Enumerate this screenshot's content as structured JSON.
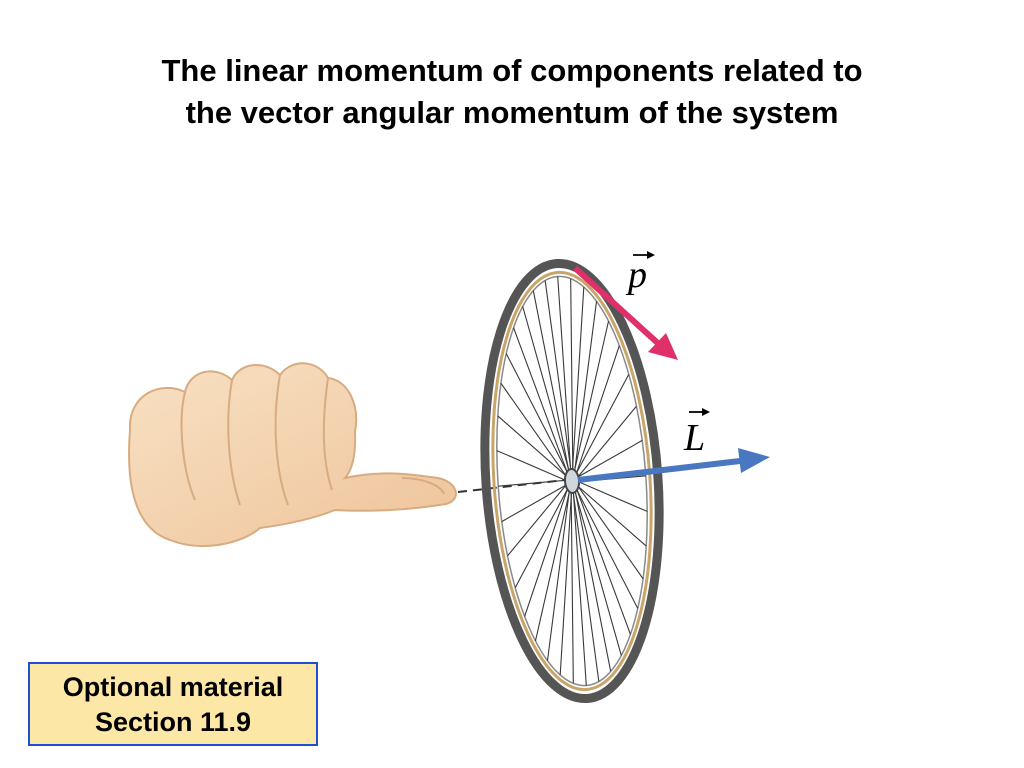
{
  "slide": {
    "title_lines": [
      "The linear momentum of components related to",
      "the vector angular momentum of the system"
    ]
  },
  "diagram": {
    "labels": {
      "p": "p",
      "L": "L"
    },
    "colors": {
      "p_arrow": "#e0306a",
      "L_arrow": "#4a78c0",
      "tire": "#555555",
      "rim": "#c9a56a",
      "skin": "#f3d3ac"
    }
  },
  "note_box": {
    "lines": [
      "Optional material",
      "Section 11.9"
    ],
    "background": "#fce7a7",
    "border_color": "#1f4fd1"
  }
}
